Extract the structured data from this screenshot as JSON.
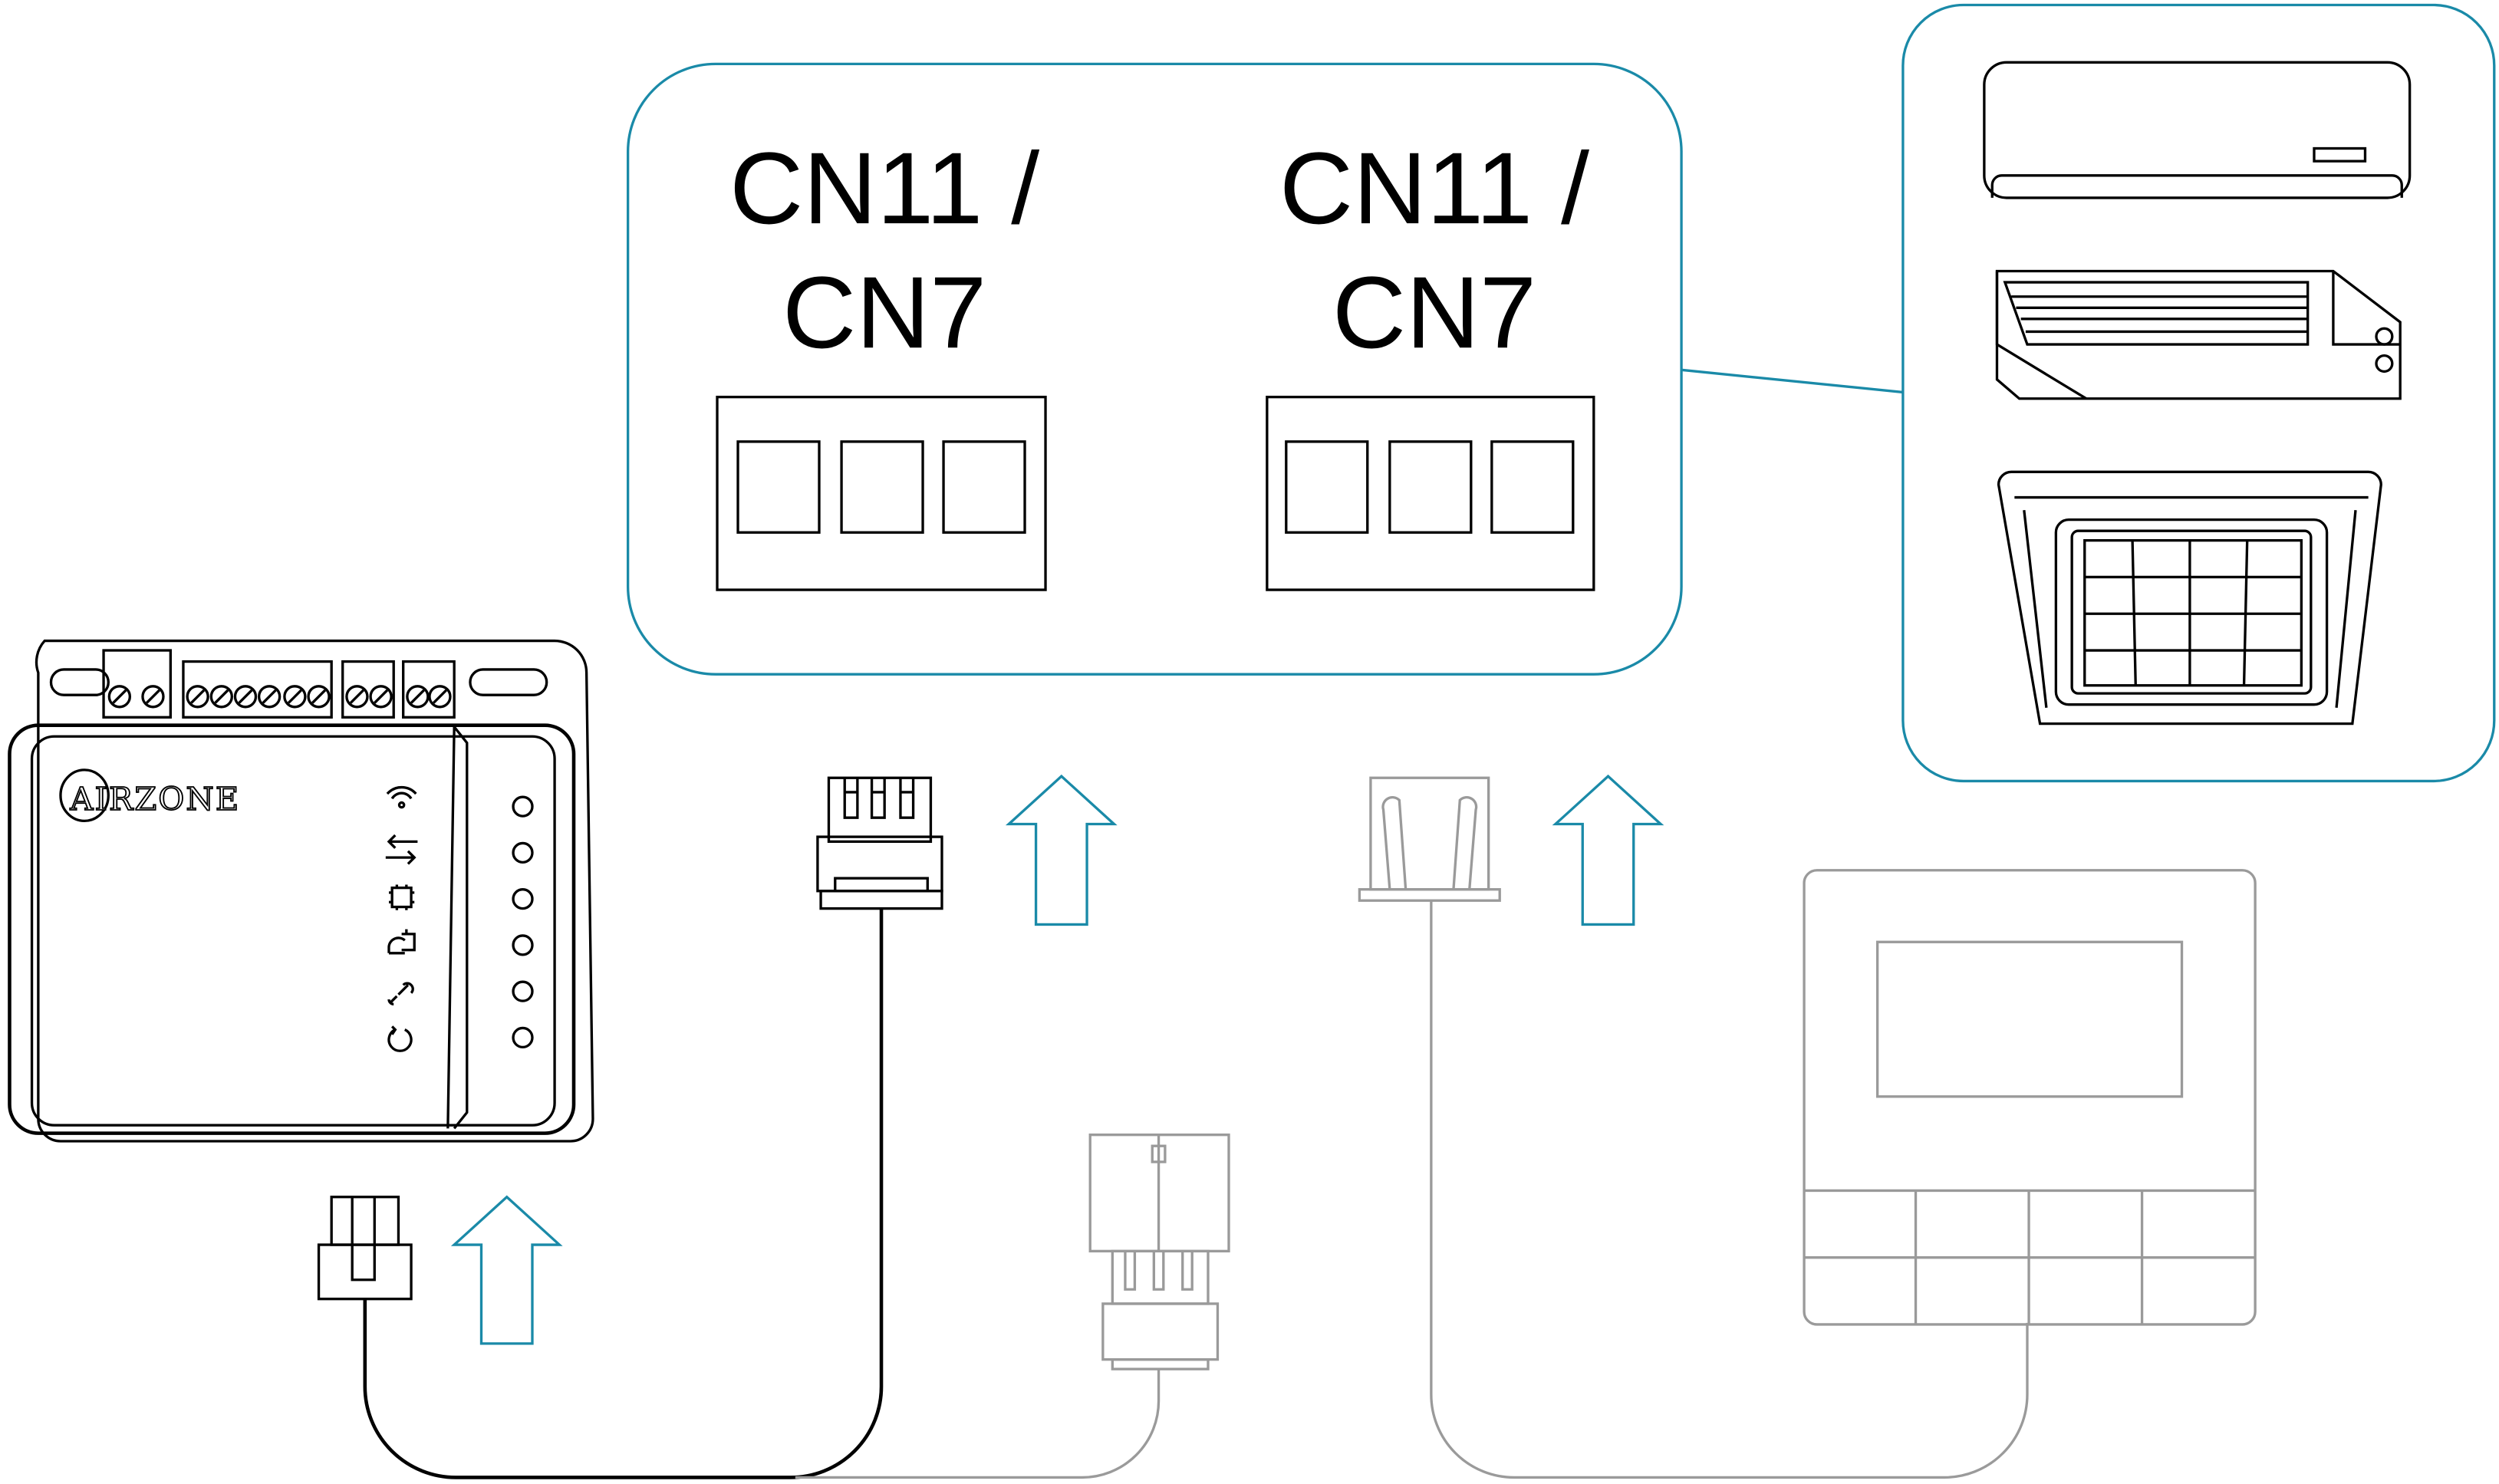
{
  "connectors": [
    {
      "line1": "CN11 /",
      "line2": "CN7"
    },
    {
      "line1": "CN11 /",
      "line2": "CN7"
    }
  ],
  "device": {
    "brand": "AIRZONE",
    "led_icons": [
      "wifi-icon",
      "transfer-arrows-icon",
      "chip-icon",
      "power-plug-icon",
      "link-icon",
      "reset-icon"
    ]
  },
  "colors": {
    "accent": "#1a8aa8",
    "secondary": "#9a9a9a",
    "line": "#000000"
  }
}
